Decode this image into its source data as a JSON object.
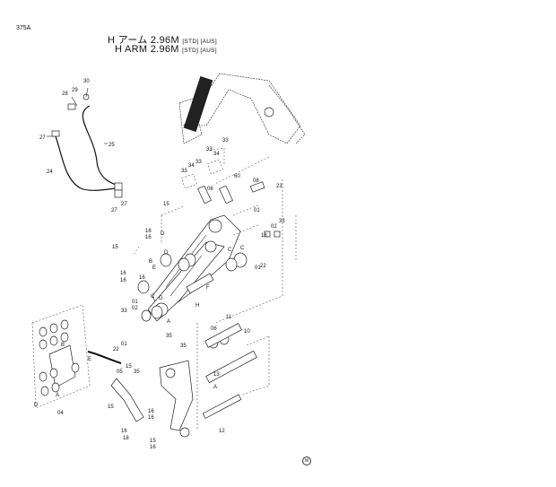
{
  "header": {
    "page_code": "375A",
    "title_jp": "H アーム 2.96M",
    "title_jp_suffix": "[STD] [AUS]",
    "title_en": "H ARM 2.96M",
    "title_en_suffix": "[STD] [AUS]"
  },
  "diagram": {
    "labels": [
      "30",
      "29",
      "28",
      "27",
      "25",
      "24",
      "27",
      "27",
      "33",
      "34",
      "33",
      "33",
      "34",
      "33",
      "08",
      "60",
      "08",
      "23",
      "15",
      "16",
      "16",
      "D",
      "01",
      "18",
      "02",
      "33",
      "15",
      "C",
      "C",
      "16",
      "D",
      "01",
      "22",
      "16",
      "16",
      "E",
      "B",
      "F",
      "C",
      "G",
      "H",
      "33",
      "02",
      "01",
      "A",
      "22",
      "01",
      "35",
      "35",
      "06",
      "11",
      "10",
      "05",
      "15",
      "35",
      "13",
      "A",
      "12",
      "16",
      "16",
      "15",
      "16",
      "18",
      "15",
      "16",
      "A",
      "B",
      "04",
      "D",
      "E"
    ]
  },
  "footer": {
    "mark": "M"
  }
}
